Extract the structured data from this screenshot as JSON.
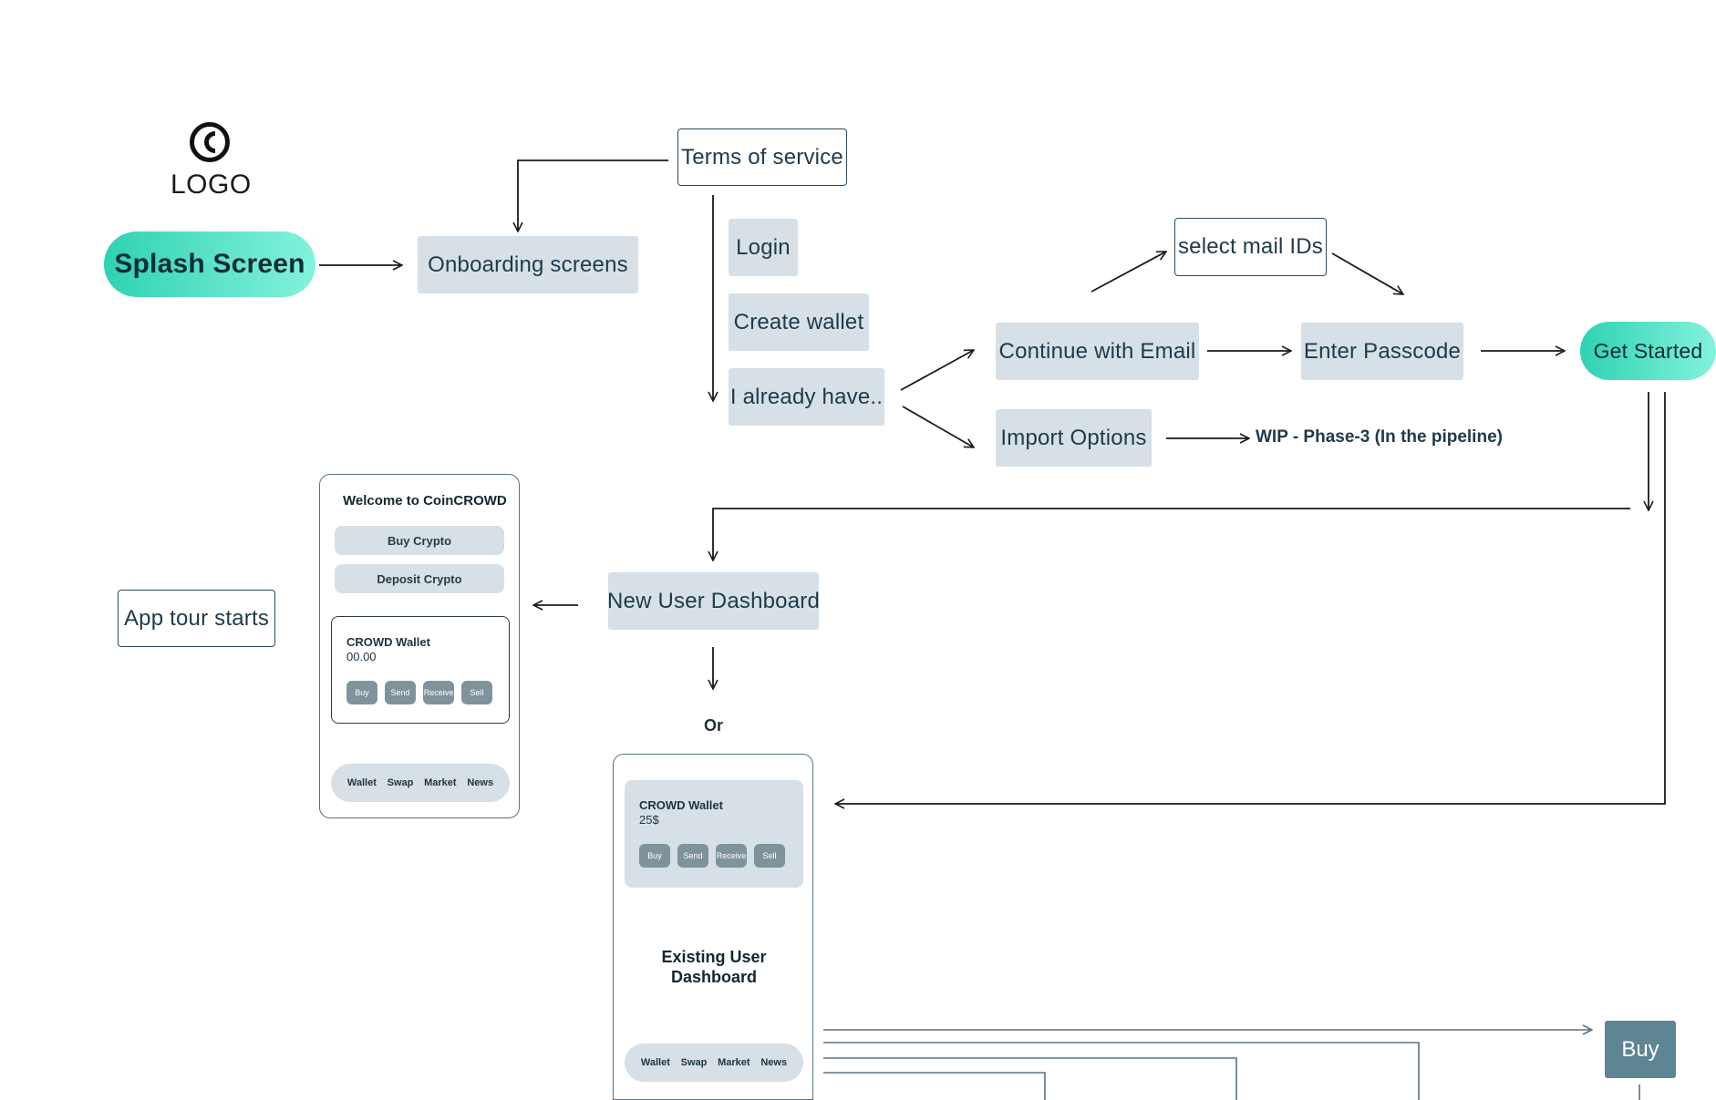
{
  "logo": {
    "icon": "c-circle-logo-icon",
    "text": "LOGO"
  },
  "nodes": {
    "splash": "Splash Screen",
    "onboarding": "Onboarding screens",
    "terms": "Terms of service",
    "login": "Login",
    "create_wallet": "Create wallet",
    "already_have": "I already have..",
    "select_mail": "select mail IDs",
    "continue_email": "Continue with Email",
    "enter_passcode": "Enter Passcode",
    "get_started": "Get Started",
    "import_options": "Import Options",
    "wip": "WIP - Phase-3 (In the pipeline)",
    "new_user_dashboard": "New User Dashboard",
    "app_tour": "App tour starts",
    "or": "Or",
    "buy": "Buy"
  },
  "new_user_phone": {
    "title": "Welcome to CoinCROWD",
    "buttons": [
      "Buy Crypto",
      "Deposit Crypto"
    ],
    "wallet_name": "CROWD Wallet",
    "wallet_balance": "00.00",
    "actions": [
      "Buy",
      "Send",
      "Receive",
      "Sell"
    ],
    "tabs": [
      "Wallet",
      "Swap",
      "Market",
      "News"
    ]
  },
  "existing_user_phone": {
    "wallet_name": "CROWD Wallet",
    "wallet_balance": "25$",
    "actions": [
      "Buy",
      "Send",
      "Receive",
      "Sell"
    ],
    "label_line1": "Existing User",
    "label_line2": "Dashboard",
    "tabs": [
      "Wallet",
      "Swap",
      "Market",
      "News"
    ]
  },
  "colors": {
    "pill_gradient_start": "#2fd2b3",
    "pill_gradient_end": "#84f2dc",
    "node_grey": "#d6e0e6",
    "buy_box": "#5e8593",
    "mini_button": "#7f939c"
  }
}
